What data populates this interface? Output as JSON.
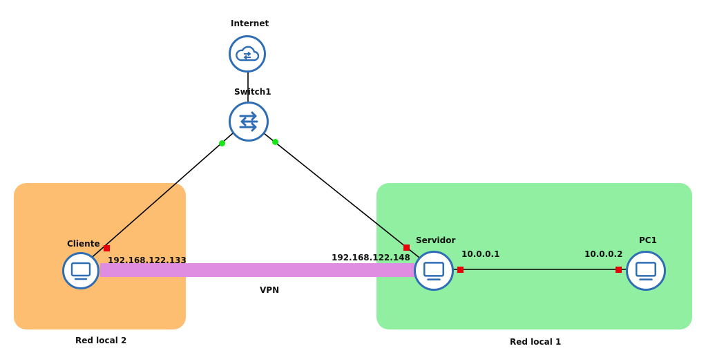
{
  "zones": {
    "red_local_2": "Red local 2",
    "red_local_1": "Red local 1"
  },
  "nodes": {
    "internet": {
      "label": "Internet",
      "icon": "cloud-exchange-icon"
    },
    "switch": {
      "label": "Switch1",
      "icon": "switch-arrows-icon"
    },
    "cliente": {
      "label": "Cliente",
      "icon": "monitor-icon"
    },
    "servidor": {
      "label": "Servidor",
      "icon": "monitor-icon"
    },
    "pc1": {
      "label": "PC1",
      "icon": "monitor-icon"
    }
  },
  "addresses": {
    "cliente_ip": "192.168.122.133",
    "servidor_ip": "192.168.122.148",
    "servidor_lan_ip": "10.0.0.1",
    "pc1_ip": "10.0.0.2"
  },
  "links": {
    "vpn_label": "VPN"
  },
  "colors": {
    "zone_red_local_2": "#FDBE72",
    "zone_red_local_1": "#90EFA0",
    "vpn_tunnel": "#DE8DE0",
    "node_border": "#2F6DB5",
    "port_down": "#E8000B",
    "port_up": "#19E619"
  }
}
